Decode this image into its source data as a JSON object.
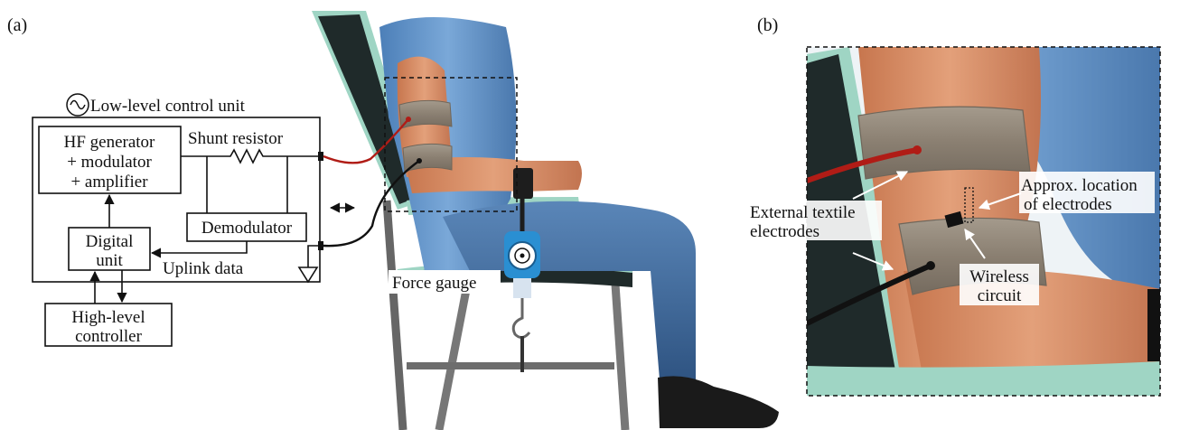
{
  "panels": {
    "a": {
      "label": "(a)"
    },
    "b": {
      "label": "(b)"
    }
  },
  "control_unit": {
    "title": "Low-level control unit",
    "hf_generator": [
      "HF generator",
      "+ modulator",
      "+ amplifier"
    ],
    "shunt_resistor": "Shunt resistor",
    "demodulator": "Demodulator",
    "digital_unit": [
      "Digital",
      "unit"
    ],
    "uplink_data": "Uplink data",
    "high_level_controller": [
      "High-level",
      "controller"
    ]
  },
  "setup": {
    "force_gauge": "Force gauge"
  },
  "detail": {
    "external_electrodes": [
      "External textile",
      "electrodes"
    ],
    "approx_location": [
      "Approx. location",
      "of electrodes"
    ],
    "wireless_circuit": [
      "Wireless",
      "circuit"
    ]
  },
  "icons": {
    "ac_source": "sine-wave-icon",
    "ground": "ground-icon",
    "double_arrow": "double-arrow-icon"
  },
  "colors": {
    "wire_red": "#b01c16",
    "wire_black": "#111111",
    "shirt": "#5b8fc6",
    "skin": "#d9936a",
    "band": "#8f8476",
    "jeans": "#3f6a9c",
    "chair_frame": "#6b6b6b",
    "chair_back": "#1f2a2a",
    "chair_edge": "#9fd5c4",
    "gauge": "#2a8fd2"
  }
}
